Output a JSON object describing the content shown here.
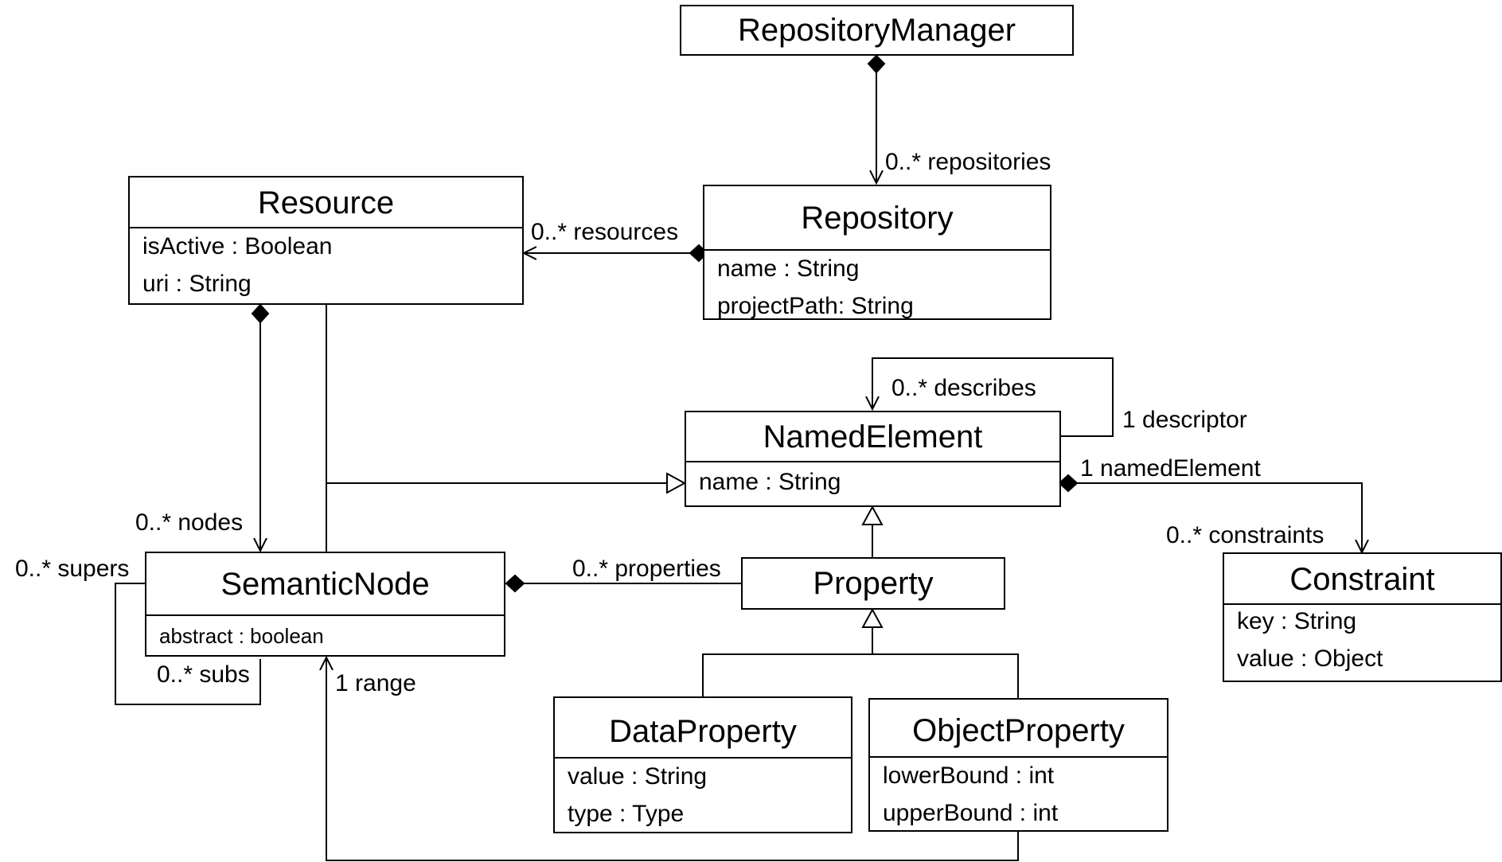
{
  "classes": {
    "repository_manager": {
      "name": "RepositoryManager"
    },
    "repository": {
      "name": "Repository",
      "attributes": [
        "name : String",
        "projectPath: String"
      ]
    },
    "resource": {
      "name": "Resource",
      "attributes": [
        "isActive : Boolean",
        "uri : String"
      ]
    },
    "named_element": {
      "name": "NamedElement",
      "attributes": [
        "name :  String"
      ]
    },
    "semantic_node": {
      "name": "SemanticNode",
      "attributes": [
        "abstract : boolean"
      ]
    },
    "property": {
      "name": "Property"
    },
    "constraint": {
      "name": "Constraint",
      "attributes": [
        "key : String",
        "value : Object"
      ]
    },
    "data_property": {
      "name": "DataProperty",
      "attributes": [
        "value : String",
        "type : Type"
      ]
    },
    "object_property": {
      "name": "ObjectProperty",
      "attributes": [
        "lowerBound : int",
        "upperBound : int"
      ]
    }
  },
  "associations": {
    "repositories": "0..* repositories",
    "resources": "0..* resources",
    "describes": "0..* describes",
    "descriptor": "1 descriptor",
    "named_element": "1 namedElement",
    "constraints": "0..* constraints",
    "nodes": "0..* nodes",
    "supers": "0..* supers",
    "subs": "0..* subs",
    "properties": "0..* properties",
    "range": "1 range"
  }
}
